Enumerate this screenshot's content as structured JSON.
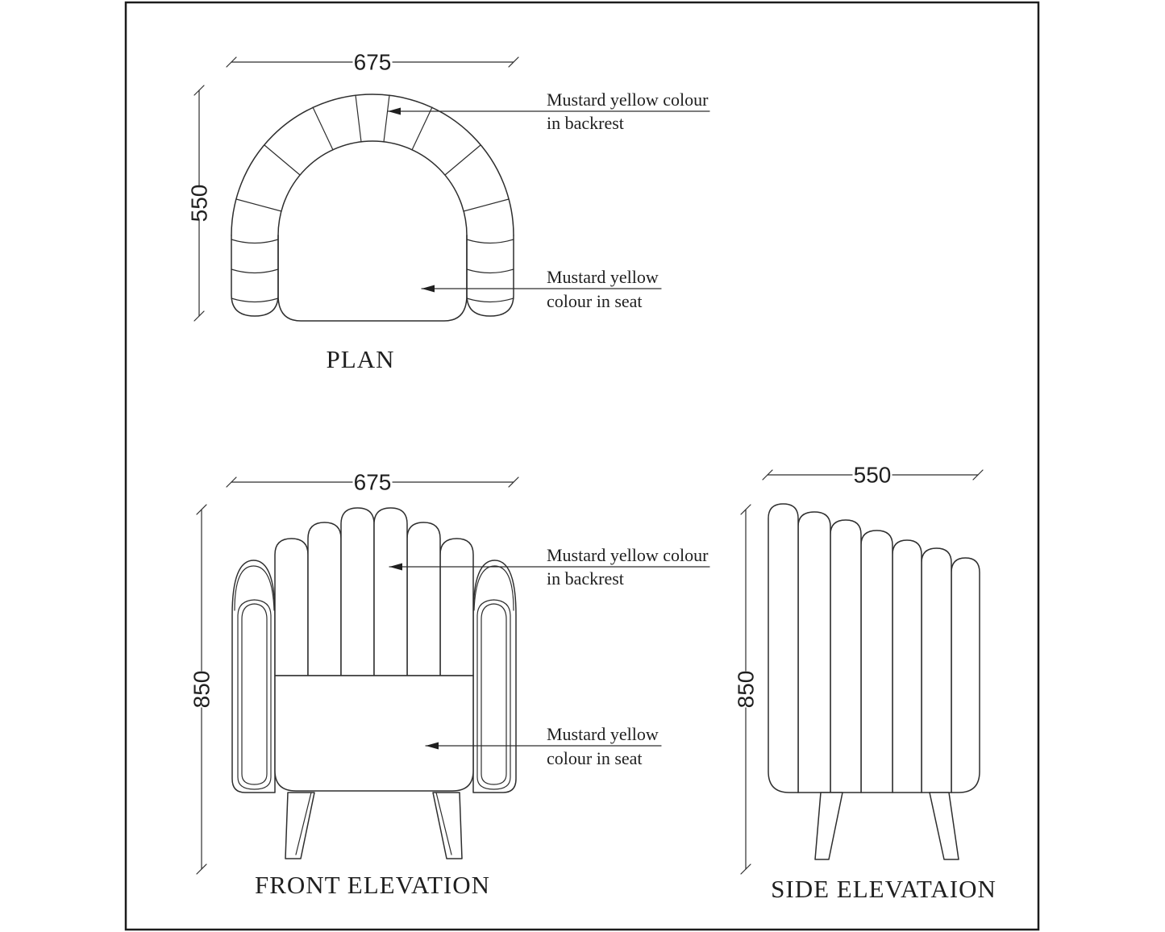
{
  "sheet": {
    "background": "#ffffff",
    "line_color": "#2e2e2e",
    "border_color": "#1c1c1c"
  },
  "views": {
    "plan": {
      "title": "PLAN",
      "width_dim": "675",
      "depth_dim": "550"
    },
    "front": {
      "title": "FRONT ELEVATION",
      "width_dim": "675",
      "height_dim": "850"
    },
    "side": {
      "title": "SIDE ELEVATAION",
      "width_dim": "550",
      "height_dim": "850"
    }
  },
  "annotations": {
    "backrest": {
      "line1": "Mustard yellow colour",
      "line2": "in backrest"
    },
    "seat": {
      "line1": "Mustard yellow",
      "line2": "colour in seat"
    }
  }
}
